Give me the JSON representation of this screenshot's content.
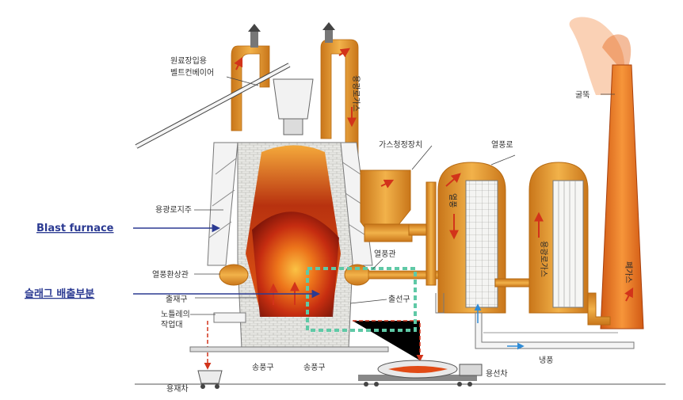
{
  "labels": {
    "conveyor": [
      "원료장입용",
      "벨트컨베이어"
    ],
    "downcomer_gas": "용광로가스",
    "gas_cleaner": "가스청정장치",
    "hot_stove": "열풍로",
    "chimney": "굴뚝",
    "furnace_pillar": "용광로지주",
    "bustle_pipe": "열풍환상관",
    "hot_blast_pipe": "열풍관",
    "tuyere_left_small": "출재구",
    "runner_platform": [
      "노틀레의",
      "작업대"
    ],
    "tapping_hole": "출선구",
    "tuyere_1": "송풍구",
    "tuyere_2": "송풍구",
    "slag_car": "용재차",
    "torpedo_car": "용선차",
    "cold_blast": "냉풍",
    "stove_heat": "열풍",
    "stove_gas": "용광로가스",
    "waste_gas": "폐가스"
  },
  "callouts": {
    "blast_furnace": "Blast furnace",
    "slag_discharge": "슬래그 배출부분"
  },
  "colors": {
    "pipe": "#e9a23c",
    "pipe_edge": "#b66a12",
    "flow_arrow": "#d2331a",
    "callout_text": "#2b3a92",
    "dashed_box": "#5fc9a6"
  }
}
